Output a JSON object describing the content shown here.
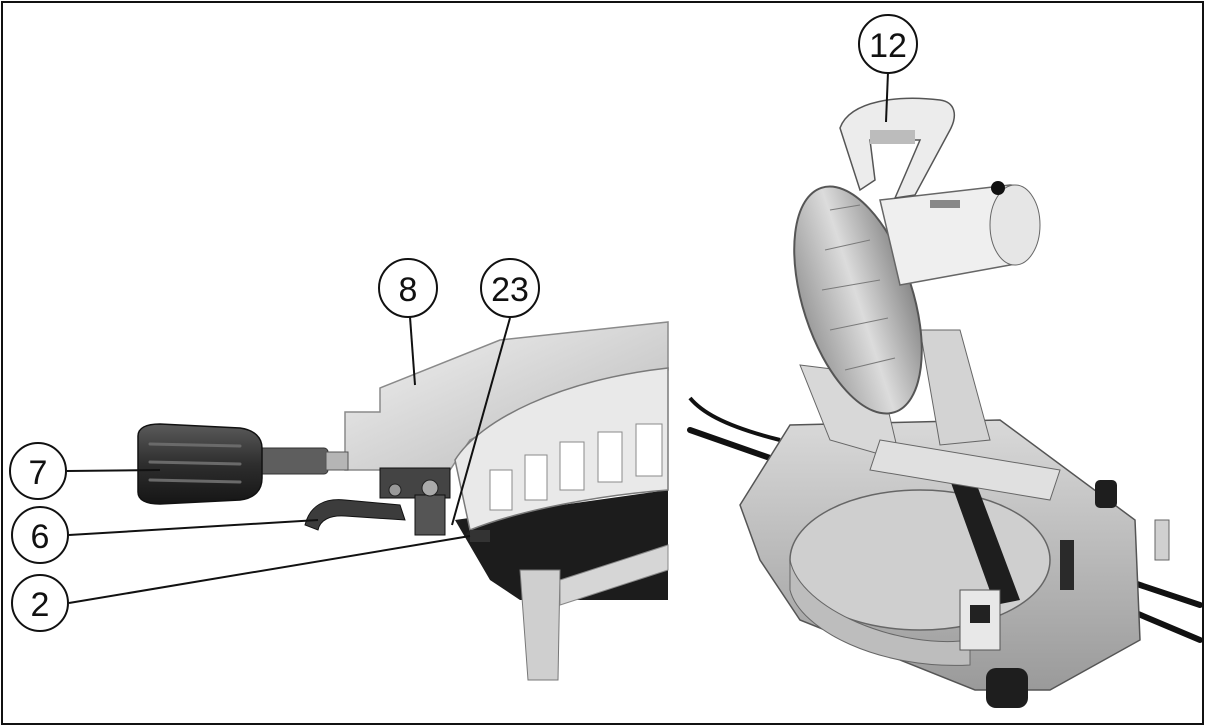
{
  "callouts": {
    "c7": "7",
    "c6": "6",
    "c2": "2",
    "c8": "8",
    "c23": "23",
    "c12": "12"
  },
  "colors": {
    "border": "#111111",
    "metal_light": "#e6e6e6",
    "metal_mid": "#bdbdbd",
    "metal_dark": "#6d6d6d",
    "rubber": "#2a2a2a"
  }
}
